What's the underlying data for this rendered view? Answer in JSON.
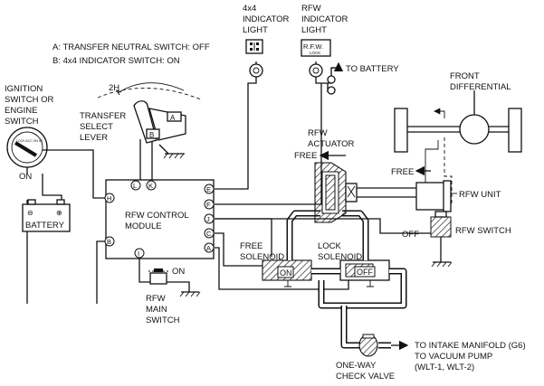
{
  "legend": {
    "a": "A: TRANSFER NEUTRAL SWITCH: OFF",
    "b": "B: 4x4 INDICATOR SWITCH: ON"
  },
  "ignition": {
    "label": [
      "IGNITION",
      "SWITCH OR",
      "ENGINE",
      "SWITCH"
    ],
    "state": "ON",
    "key_text": "LOCK ACC ON ST"
  },
  "battery": {
    "label": "BATTERY",
    "minus": "⊖",
    "plus": "⊕"
  },
  "lever": {
    "label": [
      "TRANSFER",
      "SELECT",
      "LEVER"
    ],
    "mode": "2H",
    "switch_a": "A",
    "switch_b": "B"
  },
  "indicator_4x4": {
    "label": [
      "4x4",
      "INDICATOR",
      "LIGHT"
    ]
  },
  "indicator_rfw": {
    "label": [
      "RFW",
      "INDICATOR",
      "LIGHT"
    ],
    "badge": "R.F.W.",
    "badge_sub": "LOCK"
  },
  "to_battery": "TO BATTERY",
  "module": {
    "label": [
      "RFW CONTROL",
      "MODULE"
    ],
    "terminals": {
      "h": "H",
      "b": "B",
      "l": "L",
      "k": "K",
      "i": "I",
      "e": "E",
      "f": "F",
      "j": "J",
      "c": "C",
      "a": "A"
    }
  },
  "main_switch": {
    "label": [
      "RFW",
      "MAIN",
      "SWITCH"
    ],
    "state": "ON"
  },
  "actuator": {
    "label": [
      "RFW",
      "ACTUATOR"
    ],
    "free": "FREE"
  },
  "front_differential": {
    "label": [
      "FRONT",
      "DIFFERENTIAL"
    ]
  },
  "rfw_unit": {
    "label": "RFW UNIT",
    "free": "FREE"
  },
  "rfw_switch": {
    "label": "RFW SWITCH",
    "state": "OFF"
  },
  "free_solenoid": {
    "label": [
      "FREE",
      "SOLENOID"
    ],
    "state": "ON"
  },
  "lock_solenoid": {
    "label": [
      "LOCK",
      "SOLENOID"
    ],
    "state": "OFF"
  },
  "check_valve": {
    "label": [
      "ONE-WAY",
      "CHECK VALVE"
    ]
  },
  "destination": {
    "lines": [
      "TO INTAKE MANIFOLD (G6)",
      "TO VACUUM PUMP",
      "(WLT-1, WLT-2)"
    ]
  }
}
